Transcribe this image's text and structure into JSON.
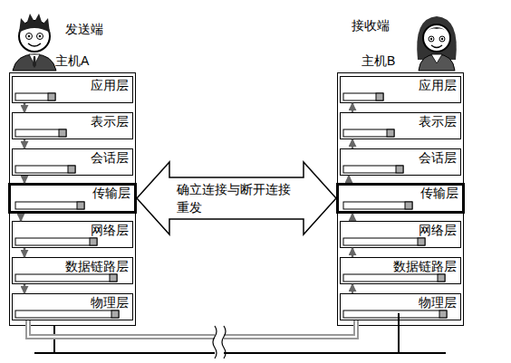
{
  "diagram": {
    "nodes": [
      {
        "text": [
          "主机A"
        ]
      },
      {
        "text": [
          "应用层"
        ],
        "in": 0
      },
      {
        "text": [
          "表示层"
        ],
        "in": 0
      },
      {
        "text": [
          "会话层"
        ],
        "in": 0
      },
      {
        "text": [
          "传输层"
        ],
        "in": 0
      },
      {
        "text": [
          "网络层"
        ],
        "in": 0
      },
      {
        "text": [
          "数据链路层"
        ],
        "in": 0
      },
      {
        "text": [
          "物理层"
        ],
        "in": 0
      },
      {
        "text": [
          "主机B"
        ]
      },
      {
        "text": [
          "应用层"
        ],
        "in": 8
      },
      {
        "text": [
          "表示层"
        ],
        "in": 8
      },
      {
        "text": [
          "会话层"
        ],
        "in": 8
      },
      {
        "text": [
          "传输层"
        ],
        "in": 8
      },
      {
        "text": [
          "网络层"
        ],
        "in": 8
      },
      {
        "text": [
          "数据链路层"
        ],
        "in": 8
      },
      {
        "text": [
          "物理层"
        ],
        "in": 8
      }
    ],
    "edges": [
      {
        "from": 4,
        "to": 12,
        "arrow": "both",
        "label": "确立连接与断开连接 重发"
      },
      {
        "from": 1,
        "to": 2,
        "arrow": "to"
      },
      {
        "from": 2,
        "to": 3,
        "arrow": "to"
      },
      {
        "from": 3,
        "to": 4,
        "arrow": "to"
      },
      {
        "from": 4,
        "to": 5,
        "arrow": "to"
      },
      {
        "from": 5,
        "to": 6,
        "arrow": "to"
      },
      {
        "from": 6,
        "to": 7,
        "arrow": "to"
      },
      {
        "from": 15,
        "to": 14,
        "arrow": "to"
      },
      {
        "from": 14,
        "to": 13,
        "arrow": "to"
      },
      {
        "from": 13,
        "to": 12,
        "arrow": "to"
      },
      {
        "from": 12,
        "to": 11,
        "arrow": "to"
      },
      {
        "from": 11,
        "to": 10,
        "arrow": "to"
      },
      {
        "from": 10,
        "to": 9,
        "arrow": "to"
      },
      {
        "from": 7,
        "to": 15,
        "arrow": "none"
      }
    ],
    "labels": [
      "发送端",
      "接收端"
    ]
  }
}
